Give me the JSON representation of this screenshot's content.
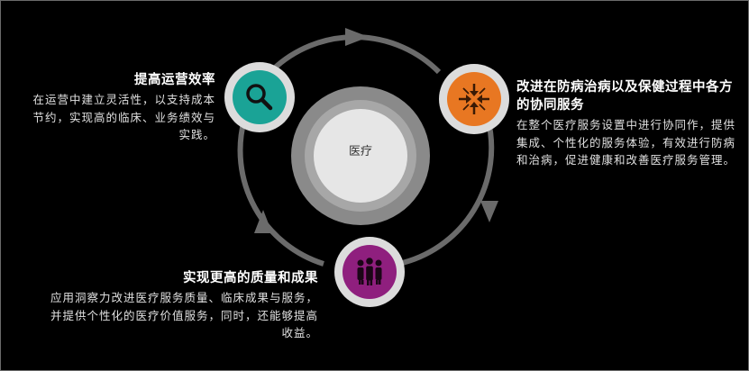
{
  "center": {
    "label": "医疗"
  },
  "items": [
    {
      "title": "提高运营效率",
      "description": "在运营中建立灵活性，以支持成本节约，实现高的临床、业务绩效与实践。",
      "icon": "magnifier-icon",
      "color": "#1aa396"
    },
    {
      "title": "改进在防病治病以及保健过程中各方的协同服务",
      "description": "在整个医疗服务设置中进行协同作，提供集成、个性化的服务体验，有效进行防病和治病，促进健康和改善医疗服务管理。",
      "icon": "converging-arrows-icon",
      "color": "#e87722"
    },
    {
      "title": "实现更高的质量和成果",
      "description": "应用洞察力改进医疗服务质量、临床成果与服务，并提供个性化的医疗价值服务，同时，还能够提高收益。",
      "icon": "people-group-icon",
      "color": "#8f1f7e"
    }
  ],
  "colors": {
    "background": "#000000",
    "ring": "#6b6b6b",
    "center_outer": "#8a8a8a",
    "center_inner": "#e6e6e6",
    "icon_backing": "#dcdcdc"
  }
}
